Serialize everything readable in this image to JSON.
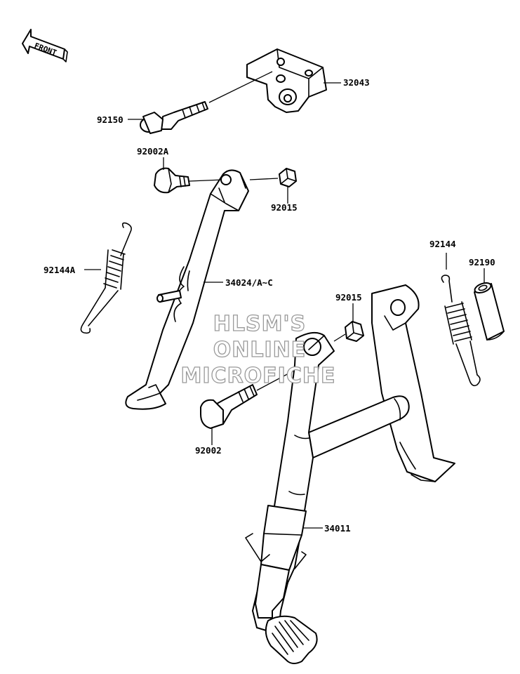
{
  "front_label": "FRONT",
  "labels": {
    "p32043": "32043",
    "p92150": "92150",
    "p92002A": "92002A",
    "p92015a": "92015",
    "p92144A": "92144A",
    "p34024": "34024/A~C",
    "p92015b": "92015",
    "p92002": "92002",
    "p92144": "92144",
    "p92190": "92190",
    "p34011": "34011"
  },
  "watermark": {
    "line1": "HLSM'S",
    "line2": "ONLINE",
    "line3": "MICROFICHE"
  },
  "colors": {
    "line": "#000000",
    "watermark_outline": "#9a9a9a",
    "background": "#ffffff"
  }
}
